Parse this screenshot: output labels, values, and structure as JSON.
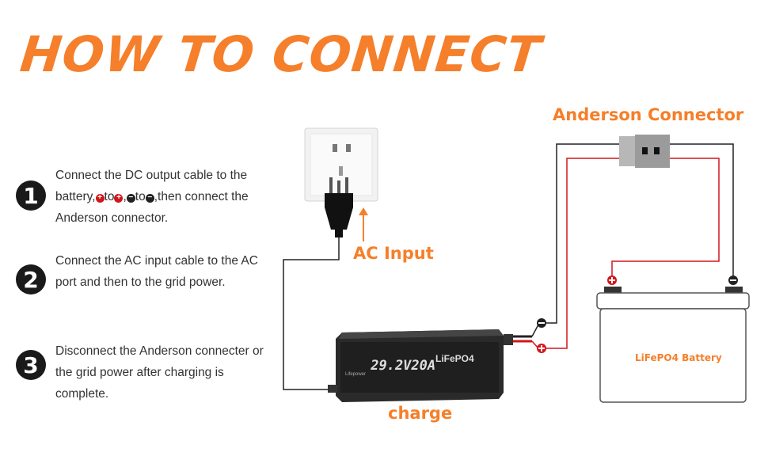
{
  "title": "HOW TO CONNECT",
  "colors": {
    "accent": "#f57f2a",
    "positive": "#d0161b",
    "negative": "#222222"
  },
  "steps": [
    {
      "number": "1",
      "text_before": "Connect the DC output cable to the battery,",
      "text_p1": "to",
      "text_p2": ",",
      "text_p3": "to",
      "text_after": ",then connect the Anderson connector."
    },
    {
      "number": "2",
      "text": "Connect the AC input cable to the AC port and then to the grid power."
    },
    {
      "number": "3",
      "text": "Disconnect the Anderson connecter or the grid power after charging is complete."
    }
  ],
  "labels": {
    "ac_input": "AC Input",
    "anderson": "Anderson Connector",
    "charge": "charge",
    "battery": "LiFePO4 Battery"
  },
  "charger": {
    "model": "29.2V20A",
    "chemistry": "LiFePO4",
    "brand": "Lifepower"
  },
  "terminals": {
    "positive": "+",
    "negative": "−"
  }
}
